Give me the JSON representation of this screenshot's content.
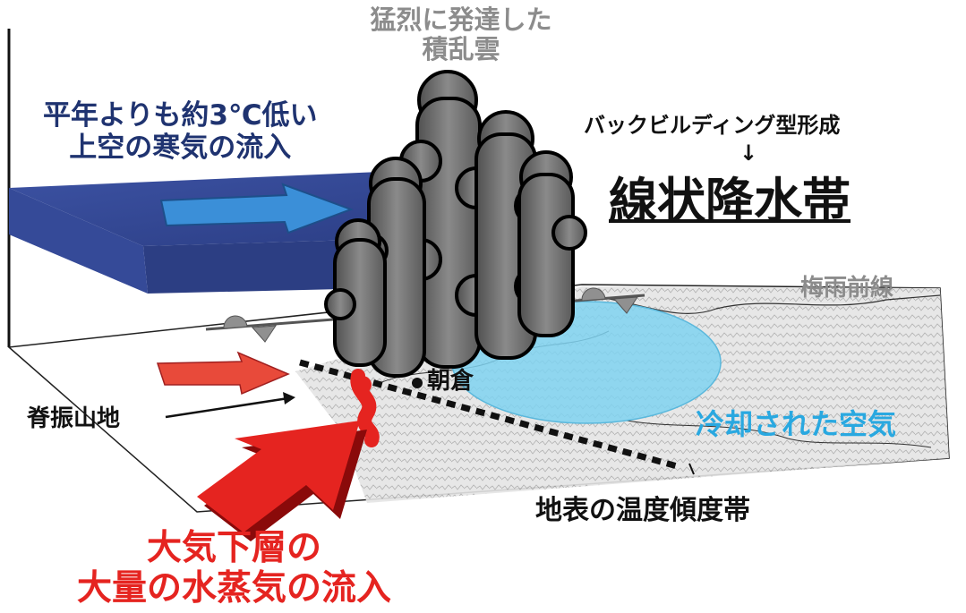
{
  "labels": {
    "cloud_title_line1": "猛烈に発達した",
    "cloud_title_line2": "積乱雲",
    "cold_air_line1": "平年よりも約3℃低い",
    "cold_air_line2": "上空の寒気の流入",
    "back_building": "バックビルディング型形成",
    "arrow_down": "↓",
    "rainband": "線状降水帯",
    "baiu_front": "梅雨前線",
    "asakura": "朝倉",
    "sefuri": "脊振山地",
    "cooled_air": "冷却された空気",
    "temp_gradient": "地表の温度傾度帯",
    "moisture_line1": "大気下層の",
    "moisture_line2": "大量の水蒸気の流入"
  },
  "colors": {
    "cold_slab": "#2b3f86",
    "cold_arrow": "#3b8fd8",
    "warm_arrow": "#e52420",
    "cooled_pool": "#7fd2f0",
    "cloud": "#6f6f6f",
    "title_blue": "#1f3370",
    "cooled_text": "#29a8e0",
    "red_text": "#e52420"
  }
}
